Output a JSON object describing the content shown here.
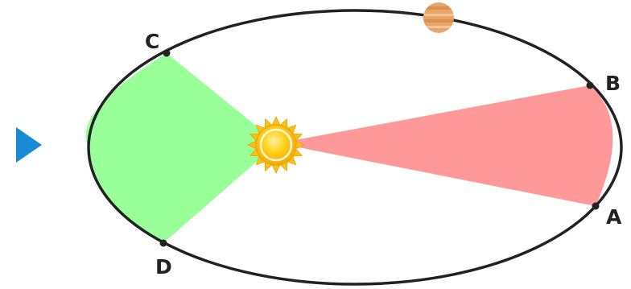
{
  "diagram": {
    "points": {
      "a": {
        "label": "A"
      },
      "b": {
        "label": "B"
      },
      "c": {
        "label": "C"
      },
      "d": {
        "label": "D"
      }
    },
    "colors": {
      "orbit": "#222222",
      "area_ab": "#ff9999",
      "area_cd": "#99ff99",
      "sun_core": "#ffc20e",
      "sun_rays": "#f7c21b",
      "planet": "#e8a66a",
      "play_button": "#1a8ad4"
    },
    "icons": {
      "play": "play-icon",
      "sun": "sun-icon",
      "planet": "planet-icon"
    }
  }
}
